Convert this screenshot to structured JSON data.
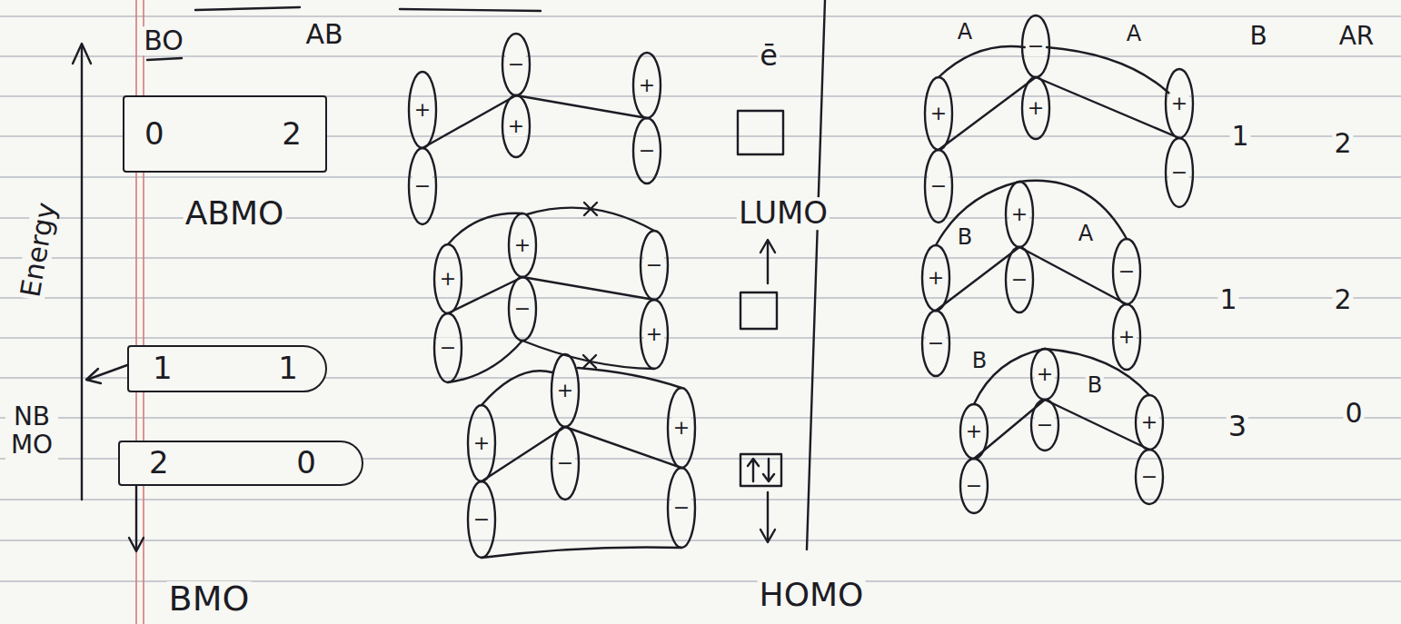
{
  "diagram": {
    "nodes": [
      {
        "text": [
          "0",
          "2"
        ]
      },
      {
        "text": [
          "1",
          "1"
        ]
      },
      {
        "text": [
          "2",
          "0"
        ]
      }
    ],
    "labels": [
      "BO",
      "AB",
      "ē",
      "A",
      "A",
      "B",
      "AR",
      "+",
      "−",
      "−",
      "+",
      "+",
      "−",
      "+",
      "−",
      "−",
      "+",
      "+",
      "−",
      "1",
      "2",
      "ABMO",
      "LUMO",
      "Energy",
      "B",
      "A",
      "+",
      "−",
      "+",
      "−",
      "−",
      "+",
      "+",
      "−",
      "+",
      "−",
      "−",
      "+",
      "1",
      "2",
      "B",
      "B",
      "+",
      "−",
      "+",
      "−",
      "+",
      "−",
      "+",
      "−",
      "+",
      "−",
      "+",
      "−",
      "3",
      "0",
      "NB MO",
      "BMO",
      "HOMO"
    ]
  }
}
